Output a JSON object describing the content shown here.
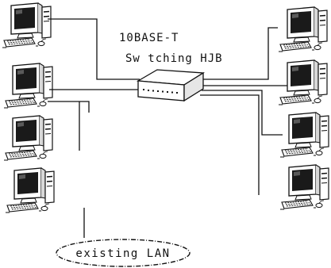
{
  "diagram": {
    "hub_label_line1": "10BASE-T",
    "hub_label_line2": "Sw tching HJB",
    "lan_label": "existing LAN",
    "colors": {
      "ink": "#111111",
      "paper": "#ffffff",
      "screen": "#1a1a1a"
    }
  },
  "computers": {
    "left_count": 4,
    "right_count": 4
  }
}
